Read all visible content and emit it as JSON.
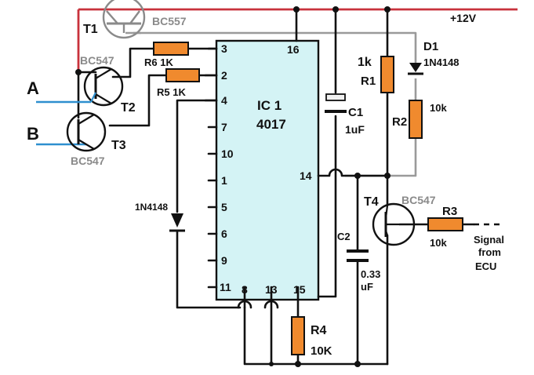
{
  "supply": {
    "label": "+12V",
    "color": "#c8323c"
  },
  "inputs": {
    "a": "A",
    "b": "B",
    "color": "#2e8fcf"
  },
  "ic": {
    "name_line1": "IC 1",
    "name_line2": "4017",
    "body_color": "#d4f3f5",
    "pins_left": [
      "3",
      "2",
      "4",
      "7",
      "10",
      "1",
      "5",
      "6",
      "9",
      "11"
    ],
    "pins_right": [
      "16",
      "14"
    ],
    "pins_bottom": [
      "8",
      "13",
      "15"
    ]
  },
  "components": {
    "t1": {
      "ref": "T1",
      "type": "BC557"
    },
    "t2": {
      "ref": "T2",
      "type": "BC547"
    },
    "t3": {
      "ref": "T3",
      "type": "BC547"
    },
    "t4": {
      "ref": "T4",
      "type": "BC547"
    },
    "r6": {
      "label": "R6 1K"
    },
    "r5": {
      "label": "R5 1K"
    },
    "r1": {
      "ref": "R1",
      "value": "1k"
    },
    "r2": {
      "ref": "R2",
      "value": "10k"
    },
    "r3": {
      "ref": "R3",
      "value": "10k"
    },
    "r4": {
      "ref": "R4",
      "value": "10K"
    },
    "d1": {
      "ref": "D1",
      "type": "1N4148"
    },
    "d2": {
      "type": "1N4148"
    },
    "c1": {
      "ref": "C1",
      "value": "1uF"
    },
    "c2": {
      "ref": "C2",
      "value_line1": "0.33",
      "value_line2": "uF"
    }
  },
  "signal": {
    "line1": "Signal",
    "line2": "from",
    "line3": "ECU"
  },
  "colors": {
    "resistor": "#f08a2e",
    "wire": "#111111",
    "grey_wire": "#9a9a9a"
  }
}
